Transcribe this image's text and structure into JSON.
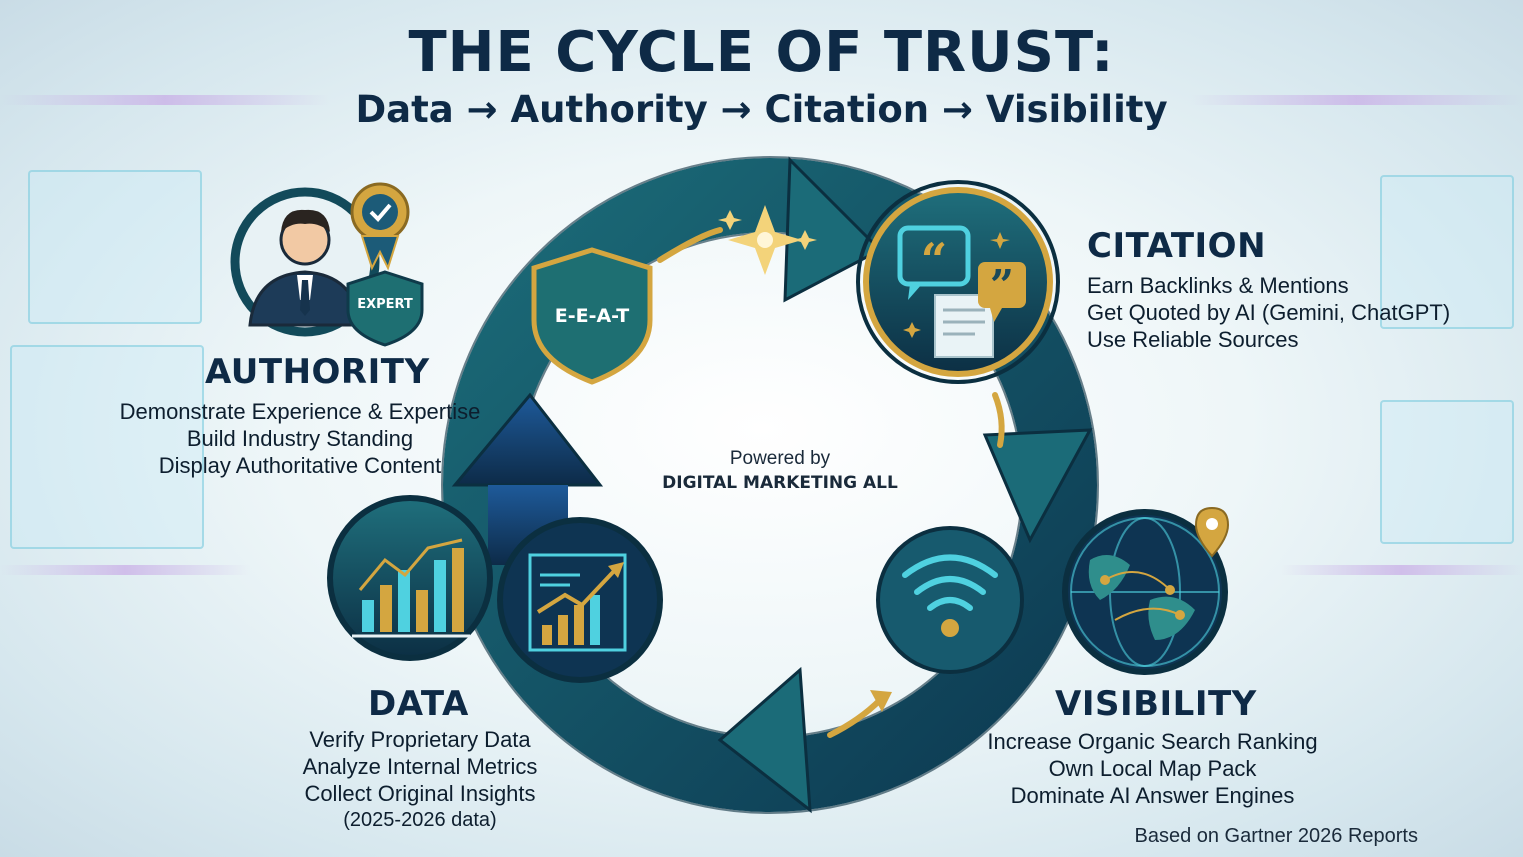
{
  "title": "THE CYCLE OF TRUST:",
  "subtitle": "Data → Authority → Citation → Visibility",
  "center": {
    "powered": "Powered by",
    "brand": "DIGITAL MARKETING ALL"
  },
  "shield_label": "E-E-A-T",
  "expert_badge": "EXPERT",
  "authority": {
    "heading": "AUTHORITY",
    "lines": [
      "Demonstrate Experience & Expertise",
      "Build Industry Standing",
      "Display Authoritative Content"
    ]
  },
  "citation": {
    "heading": "CITATION",
    "lines": [
      "Earn Backlinks & Mentions",
      "Get Quoted by AI (Gemini, ChatGPT)",
      "Use Reliable Sources"
    ]
  },
  "data": {
    "heading": "DATA",
    "lines": [
      "Verify Proprietary Data",
      "Analyze Internal Metrics",
      "Collect Original Insights"
    ],
    "note": "(2025-2026 data)"
  },
  "visibility": {
    "heading": "VISIBILITY",
    "lines": [
      "Increase Organic Search Ranking",
      "Own Local Map Pack",
      "Dominate AI Answer Engines"
    ]
  },
  "footer": "Based on Gartner 2026 Reports",
  "colors": {
    "teal_dark": "#0f4a5a",
    "navy": "#0e2a46",
    "gold": "#d4a640",
    "cyan": "#4fd1e0"
  },
  "icons": [
    "expert-person-icon",
    "award-badge-icon",
    "shield-icon",
    "sparkle-icon",
    "quote-bubble-icon",
    "bar-chart-icon",
    "trend-chart-icon",
    "wifi-signal-icon",
    "globe-pin-icon"
  ]
}
